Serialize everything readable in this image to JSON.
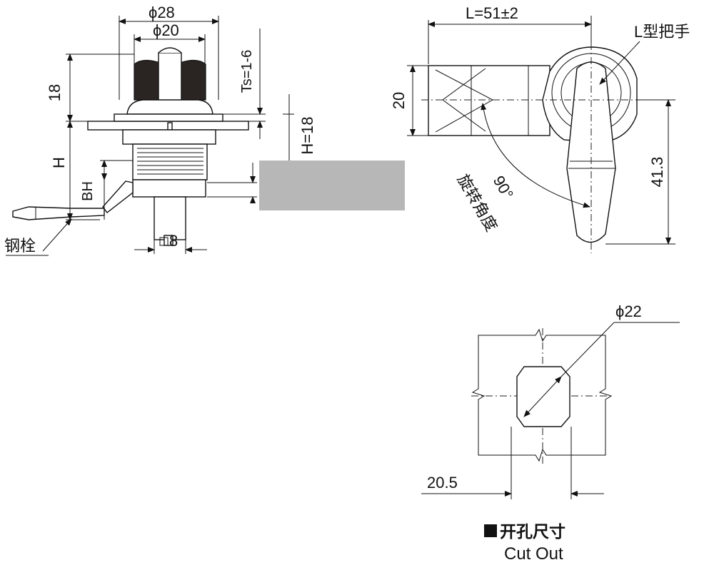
{
  "front_view": {
    "dim_outer_diameter": "ϕ28",
    "dim_inner_diameter": "ϕ20",
    "dim_knob_height": "18",
    "dim_ts": "Ts=1-6",
    "dim_body_height": "H",
    "dim_h_value": "H=18",
    "dim_bh": "BH",
    "dim_square": "8",
    "label_steel_bolt": "钢栓"
  },
  "side_view": {
    "dim_length": "L=51±2",
    "dim_width": "20",
    "dim_handle_height": "41.3",
    "label_handle": "L型把手",
    "label_rotation_angle": "90°",
    "label_rotation_text": "旋转角度"
  },
  "cutout_view": {
    "dim_diameter": "ϕ22",
    "dim_across_flats": "20.5",
    "title_cn": "开孔尺寸",
    "title_en": "Cut Out"
  },
  "overlay": {
    "color": "#b7b7b7"
  }
}
